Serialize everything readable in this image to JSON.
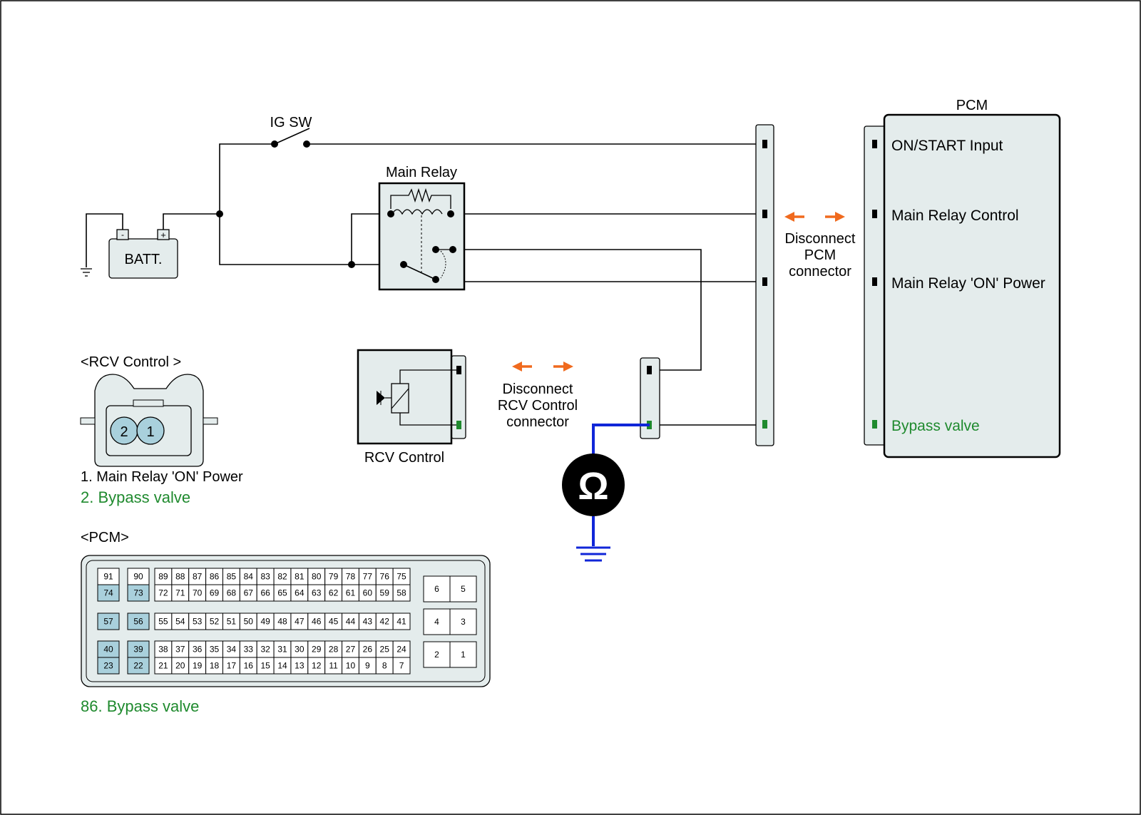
{
  "colors": {
    "wire": "#000000",
    "box_fill": "#e4ecec",
    "pin_highlight": "#a9d0dc",
    "accent_green": "#1f8a2e",
    "arrow_orange": "#f06a1e",
    "meter_probe_blue": "#1026d8"
  },
  "circuit": {
    "ig_switch_label": "IG SW",
    "battery_label": "BATT.",
    "battery_minus": "-",
    "battery_plus": "+",
    "main_relay_label": "Main Relay",
    "rcv_control_label": "RCV Control",
    "disconnect_pcm_lines": [
      "Disconnect",
      "PCM",
      "connector"
    ],
    "disconnect_rcv_lines": [
      "Disconnect",
      "RCV Control",
      "connector"
    ],
    "ohmmeter_symbol": "Ω",
    "ohmmeter_icon": "ohmmeter-icon",
    "ground_icon": "ground-icon"
  },
  "pcm": {
    "title": "PCM",
    "pins": [
      {
        "label": "ON/START Input",
        "highlight": false
      },
      {
        "label": "Main Relay Control",
        "highlight": false
      },
      {
        "label": "Main Relay 'ON' Power",
        "highlight": false
      },
      {
        "label": "Bypass valve",
        "highlight": true
      }
    ]
  },
  "rcv_connector_view": {
    "title": "<RCV Control >",
    "pin_labels": [
      "2",
      "1"
    ],
    "legend": [
      {
        "text": "1. Main Relay 'ON' Power",
        "highlight": false
      },
      {
        "text": "2. Bypass valve",
        "highlight": true
      }
    ]
  },
  "pcm_connector_view": {
    "title": "<PCM>",
    "footnote": "86. Bypass valve",
    "left_col_a": [
      [
        "91",
        "74"
      ],
      [
        "57"
      ],
      [
        "40",
        "23"
      ]
    ],
    "left_col_b": [
      [
        "90",
        "73"
      ],
      [
        "56"
      ],
      [
        "39",
        "22"
      ]
    ],
    "highlighted_pins": [
      "74",
      "73",
      "57",
      "56",
      "40",
      "39",
      "23",
      "22"
    ],
    "main_block_1": [
      [
        "89",
        "88",
        "87",
        "86",
        "85",
        "84",
        "83",
        "82",
        "81",
        "80",
        "79",
        "78",
        "77",
        "76",
        "75"
      ],
      [
        "72",
        "71",
        "70",
        "69",
        "68",
        "67",
        "66",
        "65",
        "64",
        "63",
        "62",
        "61",
        "60",
        "59",
        "58"
      ]
    ],
    "main_block_2": [
      [
        "55",
        "54",
        "53",
        "52",
        "51",
        "50",
        "49",
        "48",
        "47",
        "46",
        "45",
        "44",
        "43",
        "42",
        "41"
      ]
    ],
    "main_block_3": [
      [
        "38",
        "37",
        "36",
        "35",
        "34",
        "33",
        "32",
        "31",
        "30",
        "29",
        "28",
        "27",
        "26",
        "25",
        "24"
      ],
      [
        "21",
        "20",
        "19",
        "18",
        "17",
        "16",
        "15",
        "14",
        "13",
        "12",
        "11",
        "10",
        "9",
        "8",
        "7"
      ]
    ],
    "right_pairs": [
      [
        "6",
        "5"
      ],
      [
        "4",
        "3"
      ],
      [
        "2",
        "1"
      ]
    ]
  }
}
